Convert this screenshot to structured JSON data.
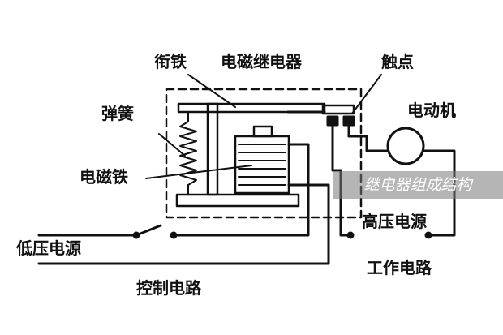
{
  "labels": {
    "armature": "衔铁",
    "relay": "电磁继电器",
    "contact": "触点",
    "spring": "弹簧",
    "motor": "电动机",
    "electromagnet": "电磁铁",
    "high_voltage_source": "高压电源",
    "low_voltage_source": "低压电源",
    "working_circuit": "工作电路",
    "control_circuit": "控制电路"
  },
  "watermark": "继电器组成结构",
  "colors": {
    "ink": "#111111",
    "watermark_bg": "#787878",
    "watermark_text": "#ffffff"
  }
}
